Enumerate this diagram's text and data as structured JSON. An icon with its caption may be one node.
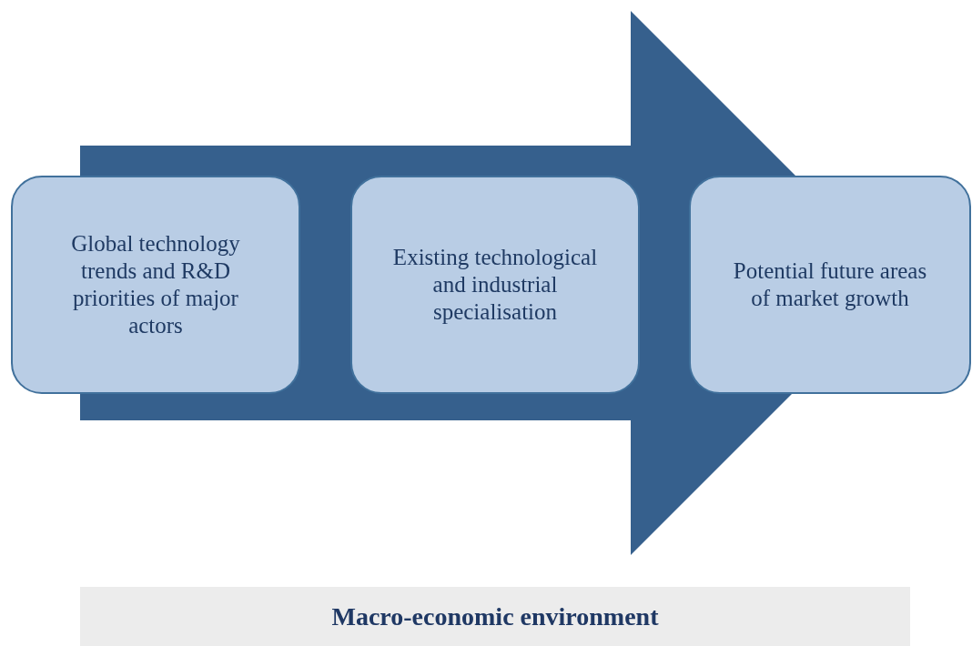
{
  "diagram": {
    "nodes": [
      {
        "text": [
          "Global technology trends and R&D priorities of major actors"
        ]
      },
      {
        "text": [
          "Existing technological and industrial specialisation"
        ]
      },
      {
        "text": [
          "Potential future areas of market growth"
        ]
      },
      {
        "text": [
          "Macro-economic environment"
        ]
      }
    ],
    "edges": [
      {
        "from": 0,
        "to": 2,
        "arrow": "to"
      }
    ]
  }
}
